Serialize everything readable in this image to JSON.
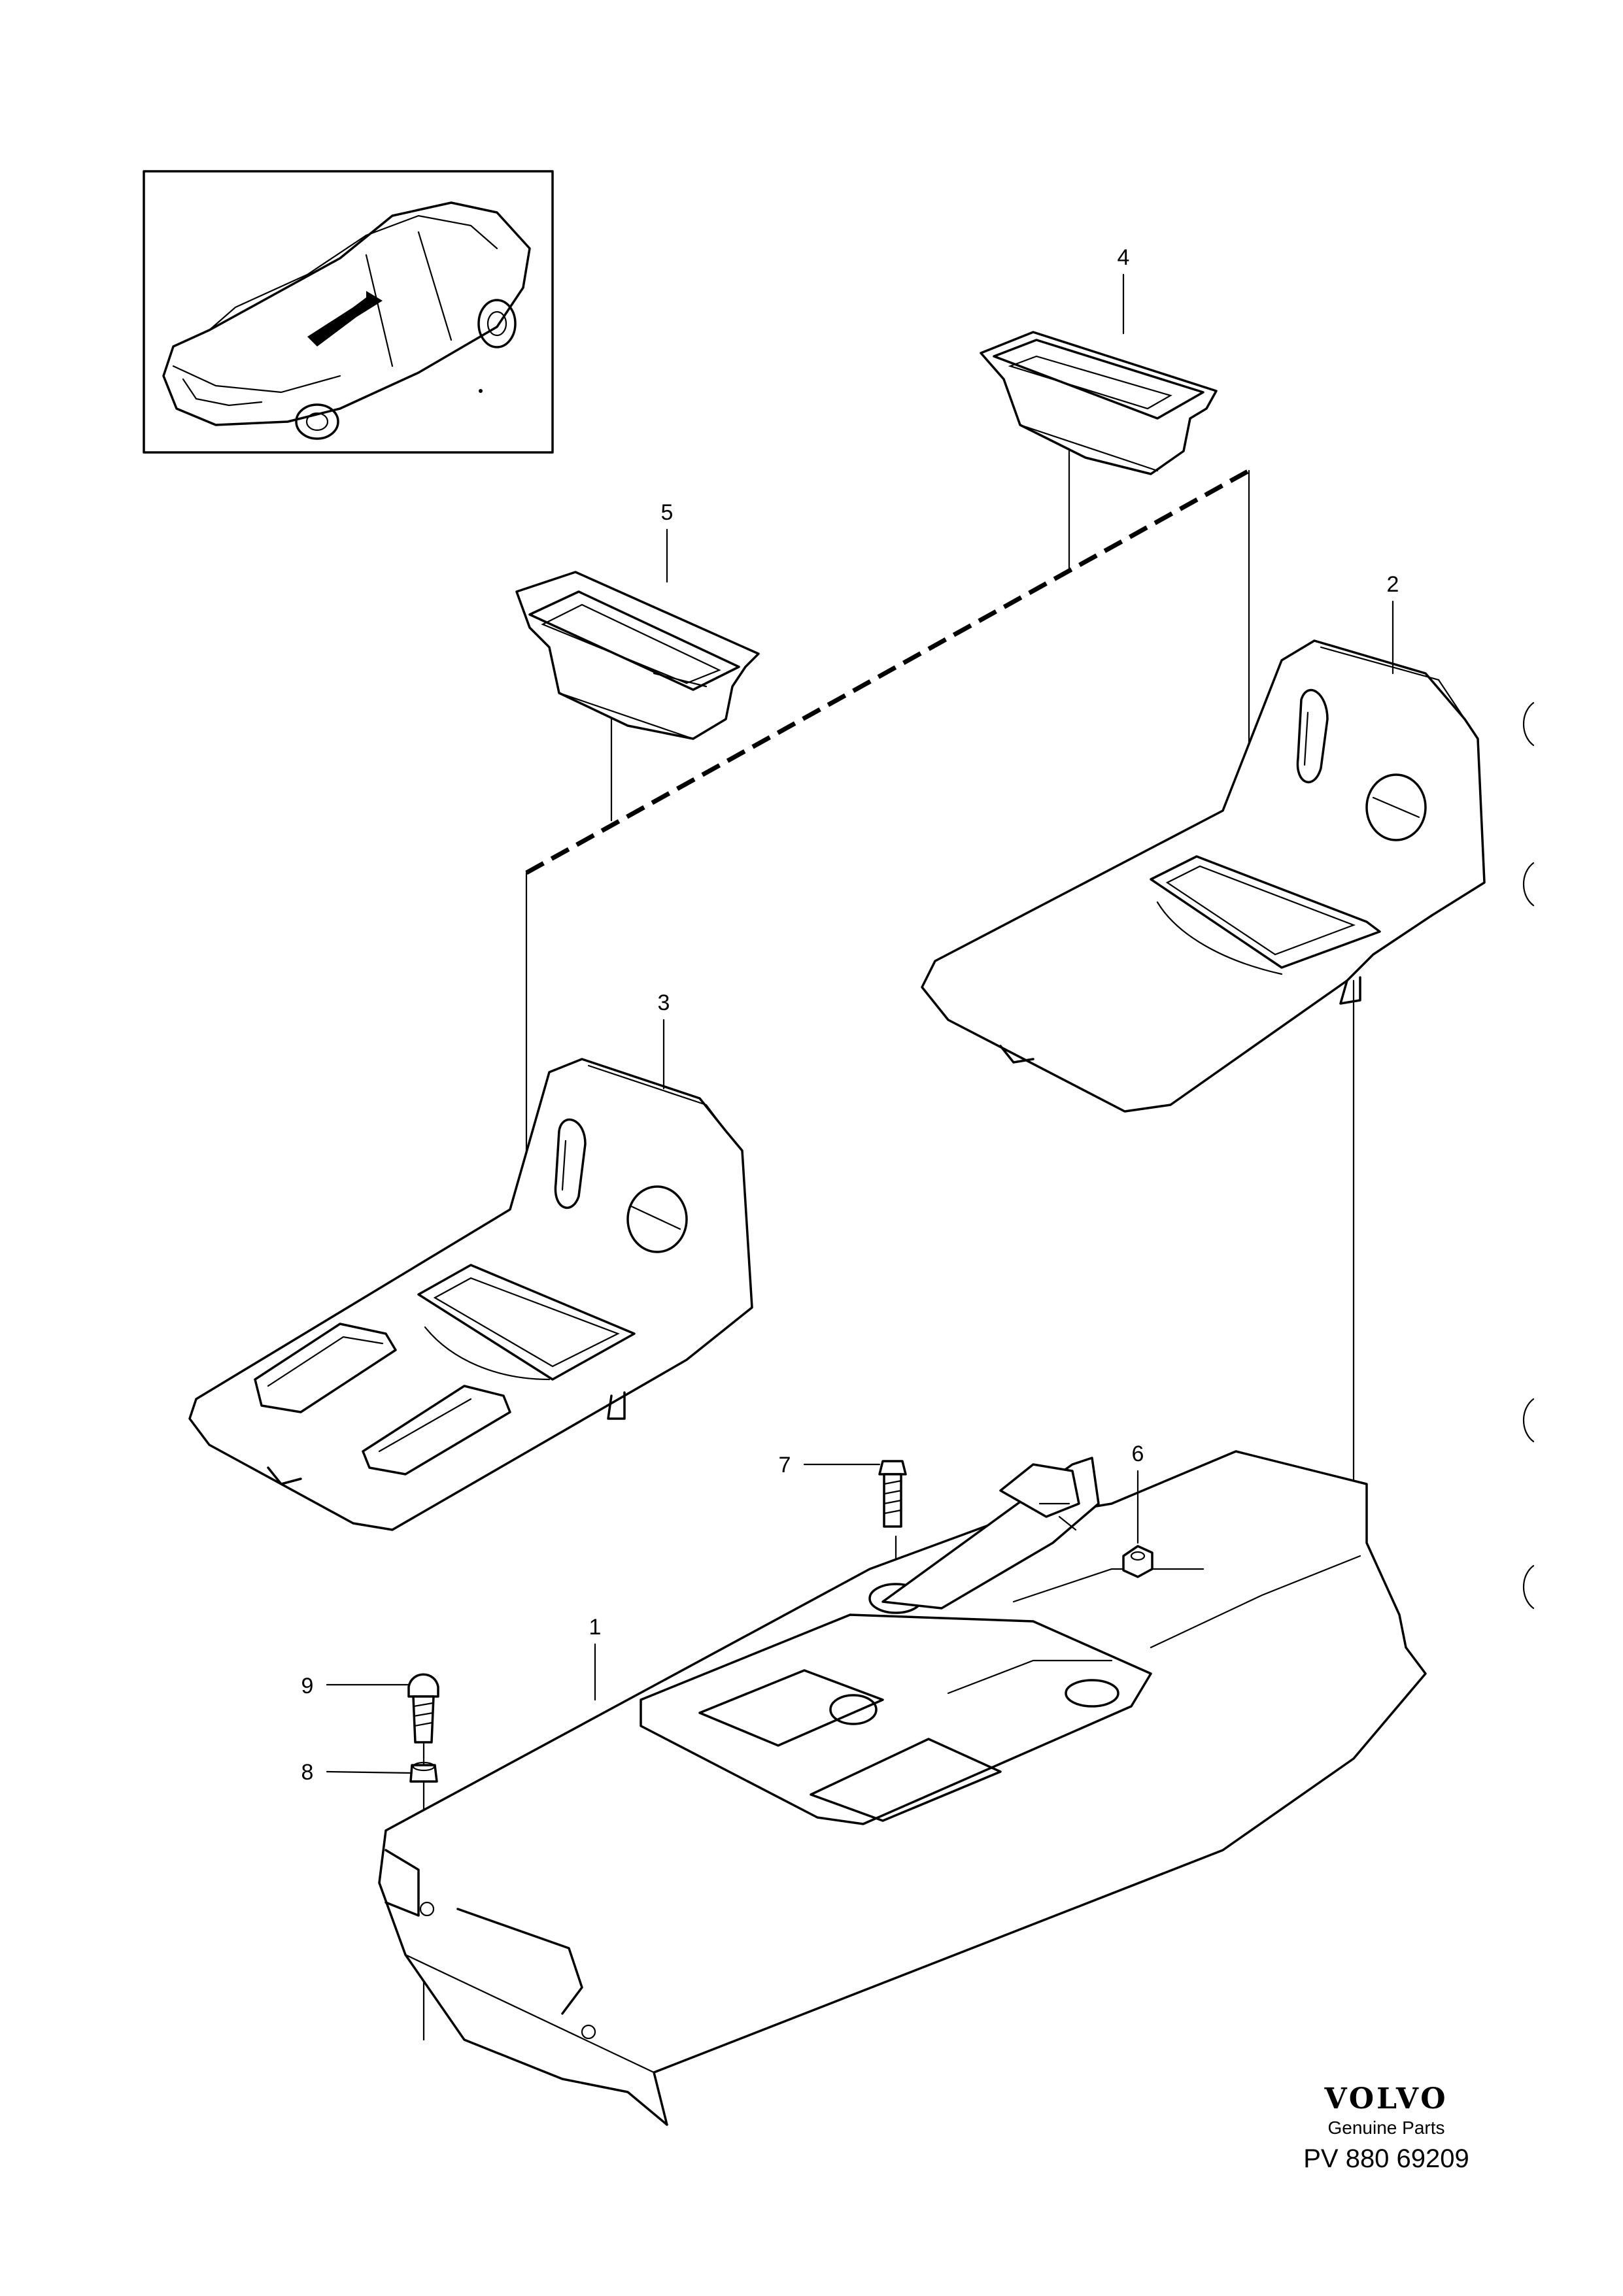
{
  "callouts": [
    {
      "id": "1",
      "label": "1"
    },
    {
      "id": "2",
      "label": "2"
    },
    {
      "id": "3",
      "label": "3"
    },
    {
      "id": "4",
      "label": "4"
    },
    {
      "id": "5",
      "label": "5"
    },
    {
      "id": "6",
      "label": "6"
    },
    {
      "id": "7",
      "label": "7"
    },
    {
      "id": "8",
      "label": "8"
    },
    {
      "id": "9",
      "label": "9"
    }
  ],
  "brand": {
    "logo": "VOLVO",
    "subtitle": "Genuine Parts",
    "reference": "PV 880 69209"
  }
}
